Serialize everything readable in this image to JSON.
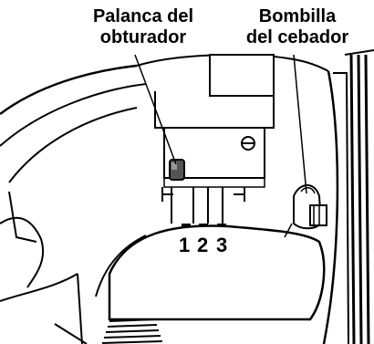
{
  "callouts": {
    "choke_lever": {
      "line1": "Palanca del",
      "line2": "obturador"
    },
    "primer_bulb": {
      "line1": "Bombilla",
      "line2": "del cebador"
    }
  },
  "lever_positions": [
    "1",
    "2",
    "3"
  ]
}
